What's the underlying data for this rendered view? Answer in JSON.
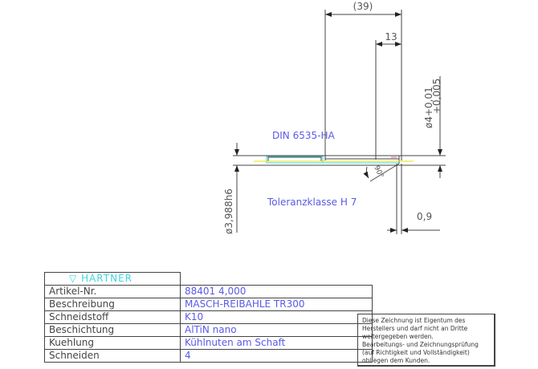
{
  "drawing": {
    "dim_overall": "(39)",
    "dim_cut_length": "13",
    "dim_diameter_tol_upper": "ø4+0,01",
    "dim_diameter_tol_lower": "+0,005",
    "dim_shank": "ø3,988h6",
    "dim_chamfer": "0,9",
    "dim_angle": "90°",
    "note_standard": "DIN 6535-HA",
    "note_tolerance": "Toleranzklasse H 7"
  },
  "title_block": {
    "logo": "HARTNER",
    "rows": [
      {
        "label": "Artikel-Nr.",
        "value": "88401 4,000"
      },
      {
        "label": "Beschreibung",
        "value": "MASCH-REIBAHLE TR300"
      },
      {
        "label": "Schneidstoff",
        "value": "K10"
      },
      {
        "label": "Beschichtung",
        "value": "AlTiN nano"
      },
      {
        "label": "Kuehlung",
        "value": "Kühlnuten am Schaft"
      },
      {
        "label": "Schneiden",
        "value": "4"
      }
    ]
  },
  "disclaimer": [
    "Diese Zeichnung ist Eigentum des",
    "Herstellers und darf nicht an Dritte",
    "weitergegeben werden.",
    "Bearbeitungs- und Zeichnungsprüfung",
    "(auf Richtigkeit und Vollständigkeit)",
    "obliegen dem Kunden."
  ],
  "colors": {
    "line": "#444444",
    "text_blue": "#5a5ae6",
    "cyan": "#3fd6e0",
    "yellow": "#e6e600"
  }
}
